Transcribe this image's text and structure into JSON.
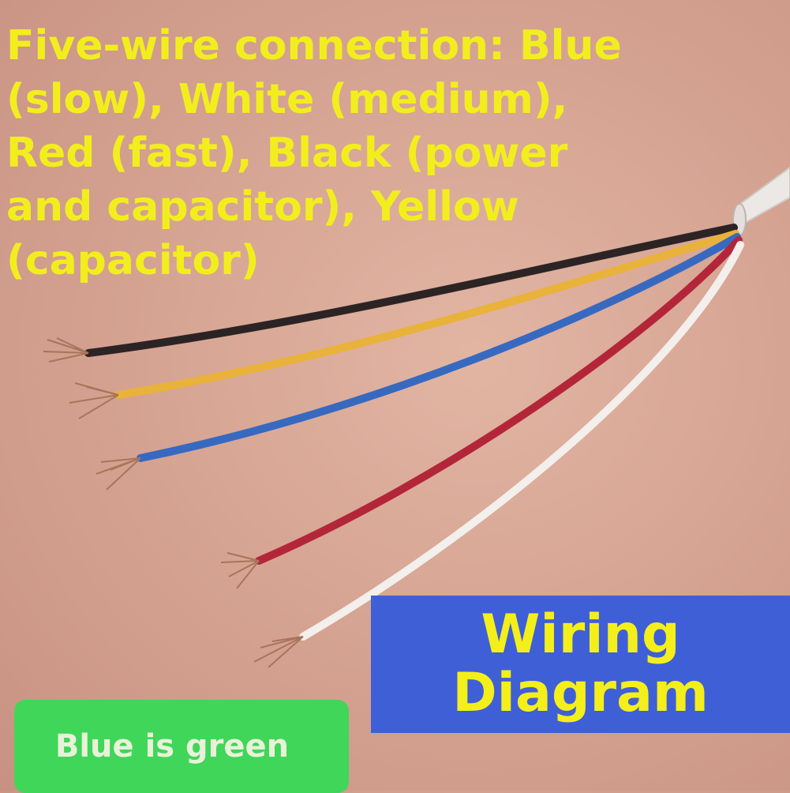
{
  "headline": {
    "lines": [
      "Five-wire connection: Blue",
      "(slow), White (medium),",
      "Red (fast), Black (power",
      "and capacitor), Yellow",
      "(capacitor)"
    ]
  },
  "wiring_box": {
    "line1": "Wiring",
    "line2": "Diagram"
  },
  "note": {
    "text": "Blue is green"
  },
  "wires": [
    {
      "name": "black",
      "color": "#2c2424"
    },
    {
      "name": "yellow",
      "color": "#e9b23a"
    },
    {
      "name": "blue",
      "color": "#3769c0"
    },
    {
      "name": "red",
      "color": "#b3263a"
    },
    {
      "name": "white",
      "color": "#f3efec"
    }
  ],
  "colors": {
    "background": "#d4a190",
    "headline_text": "#f2ee1e",
    "box_blue": "#3f5fd7",
    "box_text": "#f4ef1a",
    "badge_green": "#3fd65a",
    "badge_text": "#e9f2d8",
    "copper": "#a8745a"
  }
}
